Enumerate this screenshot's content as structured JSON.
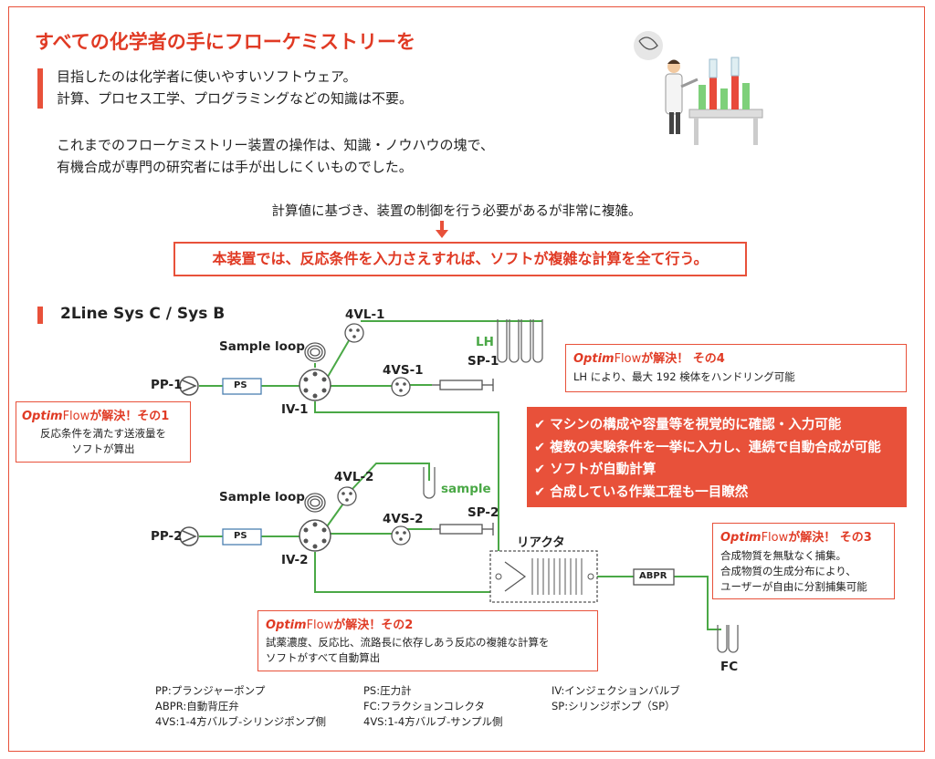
{
  "headline": "すべての化学者の手にフローケミストリーを",
  "lead": [
    "目指したのは化学者に使いやすいソフトウェア。",
    "計算、プロセス工学、プログラミングなどの知識は不要。"
  ],
  "paragraph": [
    "これまでのフローケミストリー装置の操作は、知識・ノウハウの塊で、",
    "有機合成が専門の研究者には手が出しにくいものでした。"
  ],
  "problem": "計算値に基づき、装置の制御を行う必要があるが非常に複雑。",
  "solution": "本装置では、反応条件を入力さえすれば、ソフトが複雑な計算を全て行う。",
  "section_title": "2Line Sys C / Sys B",
  "diagram": {
    "pp1": "PP-1",
    "pp2": "PP-2",
    "ps": "PS",
    "sample_loop_1": "Sample loop",
    "sample_loop_2": "Sample loop",
    "iv1": "IV-1",
    "iv2": "IV-2",
    "vl1": "4VL-1",
    "vl2": "4VL-2",
    "vs1": "4VS-1",
    "vs2": "4VS-2",
    "sp1": "SP-1",
    "sp2": "SP-2",
    "lh": "LH",
    "sample": "sample",
    "reactor": "リアクタ",
    "abpr": "ABPR",
    "fc": "FC"
  },
  "brand": {
    "optim": "Optim",
    "flow": "Flow"
  },
  "callouts": [
    {
      "title": "が解決！その1",
      "lines": [
        "反応条件を満たす送液量を",
        "ソフトが算出"
      ]
    },
    {
      "title": "が解決！その2",
      "lines": [
        "試薬濃度、反応比、流路長に依存しあう反応の複雑な計算を",
        "ソフトがすべて自動算出"
      ]
    },
    {
      "title": "が解決！ その3",
      "lines": [
        "合成物質を無駄なく捕集。",
        "合成物質の生成分布により、",
        "ユーザーが自由に分割捕集可能"
      ]
    },
    {
      "title": "が解決！ その4",
      "lines": [
        "LH により、最大 192 検体をハンドリング可能"
      ]
    }
  ],
  "features": [
    "✔ マシンの構成や容量等を視覚的に確認・入力可能",
    "✔ 複数の実験条件を一挙に入力し、連続で自動合成が可能",
    "✔ ソフトが自動計算",
    "✔ 合成している作業工程も一目瞭然"
  ],
  "legend": [
    [
      "PP:プランジャーポンプ",
      "ABPR:自動背圧弁",
      "4VS:1-4方バルブ-シリンジポンプ側"
    ],
    [
      "PS:圧力計",
      "FC:フラクションコレクタ",
      "4VS:1-4方バルブ-サンプル側"
    ],
    [
      "IV:インジェクションバルブ",
      "SP:シリンジポンプ（SP）"
    ]
  ],
  "colors": {
    "accent": "#e8513a",
    "line": "#4aa846",
    "text": "#222222"
  },
  "icons": [
    "scientist-illustration",
    "arrow-down-icon",
    "pump-icon",
    "valve-icon",
    "syringe-icon",
    "coil-icon",
    "check-icon"
  ]
}
